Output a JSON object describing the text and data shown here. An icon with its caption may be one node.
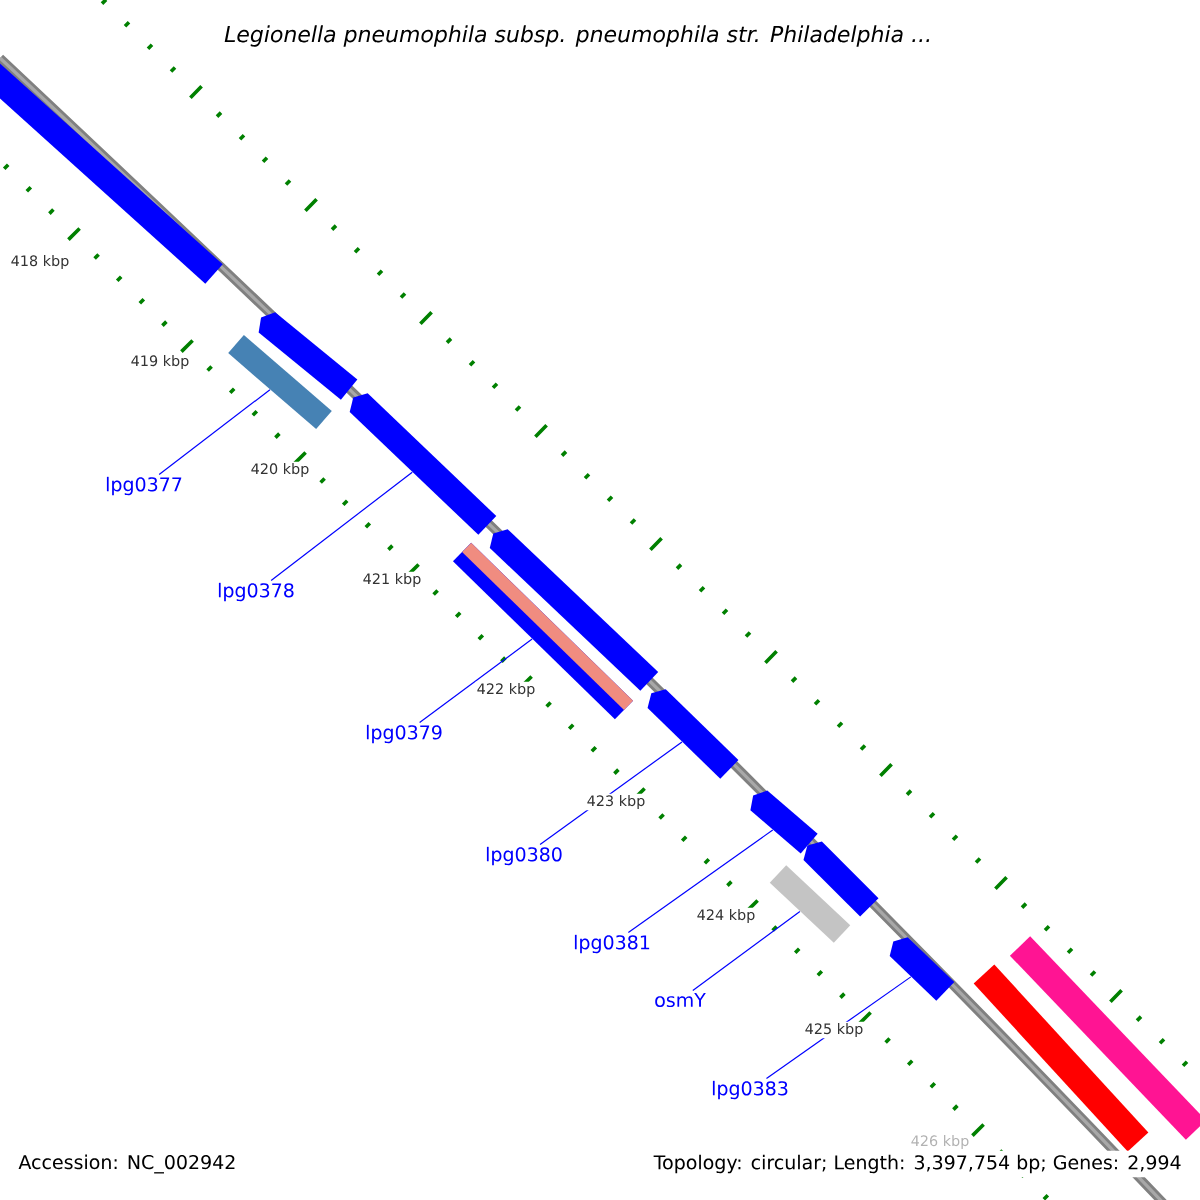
{
  "diagram": {
    "title": "Legionella pneumophila subsp. pneumophila str. Philadelphia ...",
    "nodes": [
      {
        "text": [
          "lpg0377"
        ]
      },
      {
        "text": [
          "lpg0378"
        ]
      },
      {
        "text": [
          "lpg0379"
        ]
      },
      {
        "text": [
          "lpg0380"
        ]
      },
      {
        "text": [
          "lpg0381"
        ]
      },
      {
        "text": [
          "osmY"
        ]
      },
      {
        "text": [
          "lpg0383"
        ]
      },
      {
        "text": [],
        "shape": "bar"
      },
      {
        "text": [],
        "shape": "arrow"
      },
      {
        "text": [],
        "shape": "bar"
      },
      {
        "text": [],
        "shape": "arrow"
      },
      {
        "text": [],
        "shape": "arrow"
      },
      {
        "text": [],
        "shape": "bar"
      },
      {
        "text": [],
        "shape": "arrow"
      },
      {
        "text": [],
        "shape": "bar"
      },
      {
        "text": [],
        "shape": "arrow"
      },
      {
        "text": [],
        "shape": "arrow"
      },
      {
        "text": [],
        "shape": "arrow"
      },
      {
        "text": [],
        "shape": "bar"
      },
      {
        "text": [],
        "shape": "bar"
      }
    ],
    "edges": [
      {
        "from": 0,
        "to": 7,
        "arrow": "none"
      },
      {
        "from": 1,
        "to": 8,
        "arrow": "none"
      },
      {
        "from": 2,
        "to": 9,
        "arrow": "none"
      },
      {
        "from": 3,
        "to": 10,
        "arrow": "none"
      },
      {
        "from": 4,
        "to": 11,
        "arrow": "none"
      },
      {
        "from": 5,
        "to": 12,
        "arrow": "none"
      },
      {
        "from": 6,
        "to": 13,
        "arrow": "none"
      }
    ],
    "labels": [
      "418 kbp",
      "419 kbp",
      "420 kbp",
      "421 kbp",
      "422 kbp",
      "423 kbp",
      "424 kbp",
      "425 kbp",
      "426 kbp",
      "Accession: NC_002942",
      "Topology: circular; Length: 3,397,754 bp; Genes: 2,994"
    ]
  }
}
